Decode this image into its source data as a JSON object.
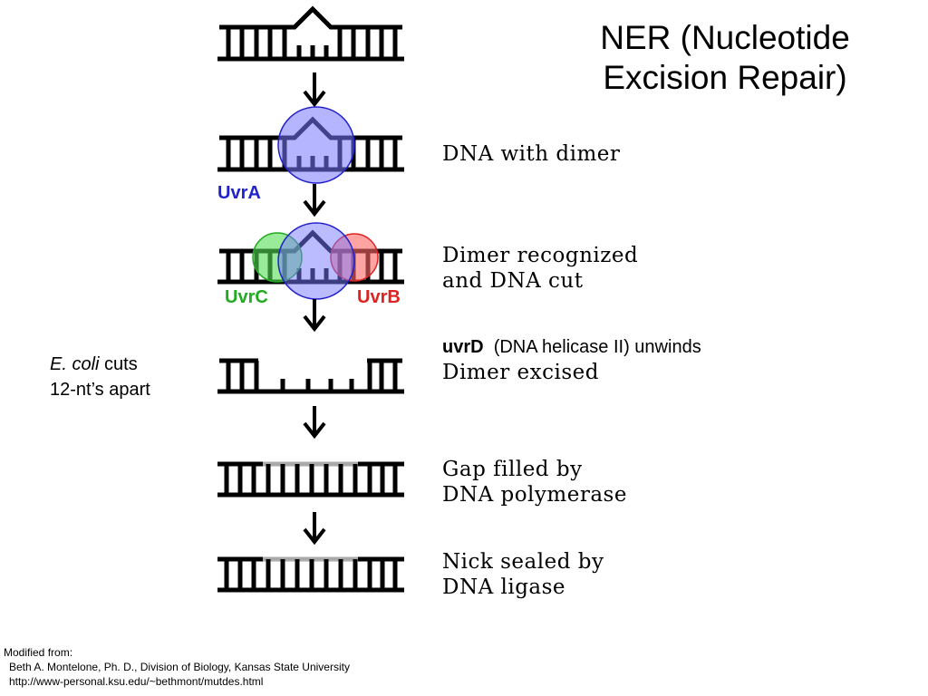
{
  "title": {
    "line1": "NER (Nucleotide",
    "line2": "Excision Repair)"
  },
  "steps": [
    {
      "label1": "DNA  with dimer",
      "label2": ""
    },
    {
      "label1": "Dimer recognized",
      "label2": "and DNA cut"
    },
    {
      "label1": "Dimer excised",
      "label2": ""
    },
    {
      "label1": "Gap filled by",
      "label2": "DNA polymerase"
    },
    {
      "label1": "Nick sealed by",
      "label2": "DNA ligase"
    }
  ],
  "proteins": {
    "uvrA": {
      "label": "UvrA",
      "color": "#2222cc",
      "fill": "#7777ff"
    },
    "uvrC": {
      "label": "UvrC",
      "color": "#22aa22",
      "fill": "#55dd55"
    },
    "uvrB": {
      "label": "UvrB",
      "color": "#dd2222",
      "fill": "#ff6666"
    }
  },
  "uvrd_note": {
    "bold": "uvrD",
    "rest": "(DNA helicase II) unwinds"
  },
  "ecoli_note": {
    "italic": "E. coli",
    "rest": "cuts",
    "line2": "12-nt’s apart"
  },
  "credit": {
    "line1": "Modified from:",
    "line2": "Beth A. Montelone, Ph. D., Division of Biology, Kansas State University",
    "line3": "http://www-personal.ksu.edu/~bethmont/mutdes.html"
  }
}
